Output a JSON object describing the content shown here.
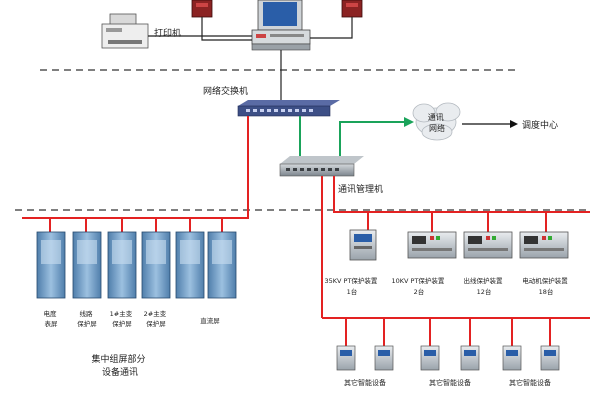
{
  "colors": {
    "power_line": "#e32222",
    "signal_line": "#1aa35a",
    "dash_line": "#555555",
    "cabinet": "#6f99c2",
    "switch": "#3d4f86",
    "hub": "#8a949c"
  },
  "labels": {
    "printer": "打印机",
    "switch": "网络交换机",
    "comm_network": "通讯网络",
    "dispatch_center": "调度中心",
    "comm_manager": "通讯管理机",
    "central_screen": "集中组屏部分设备通讯"
  },
  "cabinets": [
    {
      "label": "电度表屏"
    },
    {
      "label": "线路保护屏"
    },
    {
      "label": "1#主变保护屏"
    },
    {
      "label": "2#主变保护屏"
    },
    {
      "label": "直流屏"
    }
  ],
  "protection_devices": [
    {
      "label": "35KV PT保护装置1台"
    },
    {
      "label": "10KV PT保护装置2台"
    },
    {
      "label": "出线保护装置12台"
    },
    {
      "label": "电动机保护装置18台"
    }
  ],
  "small_devices": [
    {
      "label": "其它智能设备"
    },
    {
      "label": "其它智能设备"
    },
    {
      "label": "其它智能设备"
    }
  ]
}
